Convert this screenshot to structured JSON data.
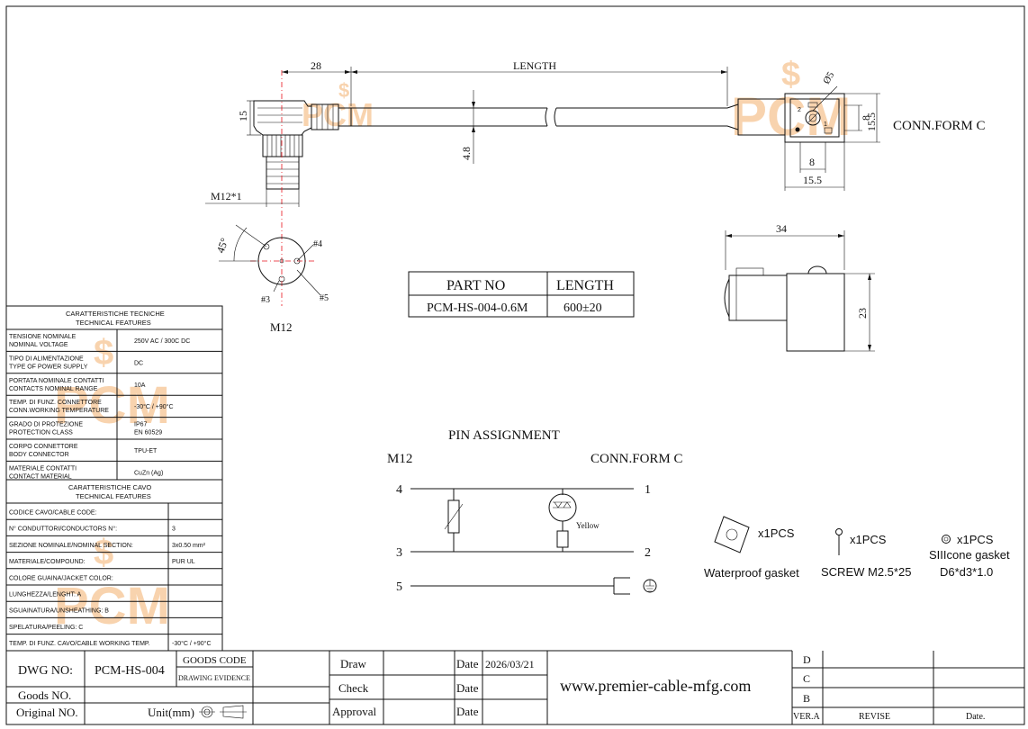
{
  "drawing": {
    "watermark": "PCM",
    "dims": {
      "len28": "28",
      "length": "LENGTH",
      "d15": "15",
      "d48": "4.8",
      "m12x1": "M12*1",
      "phi5": "Ø5",
      "d8v": "8",
      "d155v": "15.5",
      "d8h": "8",
      "d155h": "15.5",
      "d34": "34",
      "d23": "23",
      "angle": "45°"
    },
    "conn_form_label": "CONN.FORM C",
    "m12_label": "M12",
    "pins": {
      "p3": "#3",
      "p4": "#4",
      "p5": "#5"
    },
    "face_pins": {
      "p1": "1",
      "p2": "2"
    }
  },
  "part_table": {
    "headers": [
      "PART NO",
      "LENGTH"
    ],
    "row": [
      "PCM-HS-004-0.6M",
      "600±20"
    ]
  },
  "tech_features": {
    "title_it": "CARATTERISTICHE TECNICHE",
    "title_en": "TECHNICAL FEATURES",
    "rows": [
      {
        "label_it": "TENSIONE NOMINALE",
        "label_en": "NOMINAL VOLTAGE",
        "value": "250V AC / 300C DC",
        "value2": ""
      },
      {
        "label_it": "TIPO DI ALIMENTAZIONE",
        "label_en": "TYPE OF POWER SUPPLY",
        "value": "DC",
        "value2": ""
      },
      {
        "label_it": "PORTATA NOMINALE CONTATTI",
        "label_en": "CONTACTS NOMINAL RANGE",
        "value": "10A",
        "value2": ""
      },
      {
        "label_it": "TEMP. DI FUNZ. CONNETTORE",
        "label_en": "CONN.WORKING TEMPERATURE",
        "value": "-30°C / +90°C",
        "value2": ""
      },
      {
        "label_it": "GRADO DI PROTEZIONE",
        "label_en": "PROTECTION CLASS",
        "value": "IP67",
        "value2": "EN 60529"
      },
      {
        "label_it": "CORPO CONNETTORE",
        "label_en": "BODY CONNECTOR",
        "value": "TPU-ET",
        "value2": ""
      },
      {
        "label_it": "MATERIALE CONTATTI",
        "label_en": "CONTACT MATERIAL",
        "value": "CuZn (Ag)",
        "value2": ""
      }
    ]
  },
  "cable_features": {
    "title_it": "CARATTERISTICHE CAVO",
    "title_en": "TECHNICAL FEATURES",
    "rows": [
      {
        "label": "CODICE CAVO/CABLE CODE:",
        "value": ""
      },
      {
        "label": "N° CONDUTTORI/CONDUCTORS N°:",
        "value": "3"
      },
      {
        "label": "SEZIONE NOMINALE/NOMINAL SECTION:",
        "value": "3x0.50 mm²"
      },
      {
        "label": "MATERIALE/COMPOUND:",
        "value": "PUR UL"
      },
      {
        "label": "COLORE GUAINA/JACKET COLOR:",
        "value": ""
      },
      {
        "label": "LUNGHEZZA/LENGHT: A",
        "value": ""
      },
      {
        "label": "SGUAINATURA/UNSHEATHING: B",
        "value": ""
      },
      {
        "label": "SPELATURA/PEELING: C",
        "value": ""
      },
      {
        "label": "TEMP. DI FUNZ. CAVO/CABLE WORKING TEMP.",
        "value": "-30°C / +90°C"
      }
    ]
  },
  "pin_assignment": {
    "title": "PIN   ASSIGNMENT",
    "left_header": "M12",
    "right_header": "CONN.FORM C",
    "left_pins": [
      "4",
      "3",
      "5"
    ],
    "right_pins": [
      "1",
      "2"
    ],
    "led_color": "Yellow"
  },
  "accessories": [
    {
      "qty": "x1PCS",
      "desc": "Waterproof gasket",
      "desc2": ""
    },
    {
      "qty": "x1PCS",
      "desc": "SCREW M2.5*25",
      "desc2": ""
    },
    {
      "qty": "x1PCS",
      "desc": "SIIIcone gasket",
      "desc2": "D6*d3*1.0"
    }
  ],
  "title_block": {
    "dwg_no_label": "DWG NO:",
    "dwg_no": "PCM-HS-004",
    "goods_code": "GOODS CODE",
    "drawing_evidence": "DRAWING EVIDENCE",
    "goods_no": "Goods NO.",
    "original_no": "Original NO.",
    "unit": "Unit(mm)",
    "draw": "Draw",
    "check": "Check",
    "approval": "Approval",
    "date": "Date",
    "date_value": "2026/03/21",
    "website": "www.premier-cable-mfg.com",
    "revs": [
      "D",
      "C",
      "B"
    ],
    "ver": "VER.A",
    "revise": "REVISE",
    "date2": "Date."
  }
}
